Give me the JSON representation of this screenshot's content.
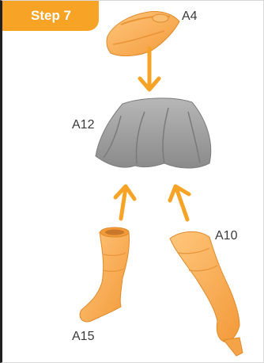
{
  "step": {
    "label": "Step 7"
  },
  "parts": {
    "hat": {
      "label": "A4"
    },
    "skirt": {
      "label": "A12"
    },
    "left_leg": {
      "label": "A15"
    },
    "right_leg": {
      "label": "A10"
    }
  },
  "colors": {
    "accent": "#f6a326",
    "part_orange": "#f9b261",
    "gray_part": "#9d9d9d"
  },
  "icons": [
    "down-arrow-icon",
    "up-arrow-icon"
  ]
}
